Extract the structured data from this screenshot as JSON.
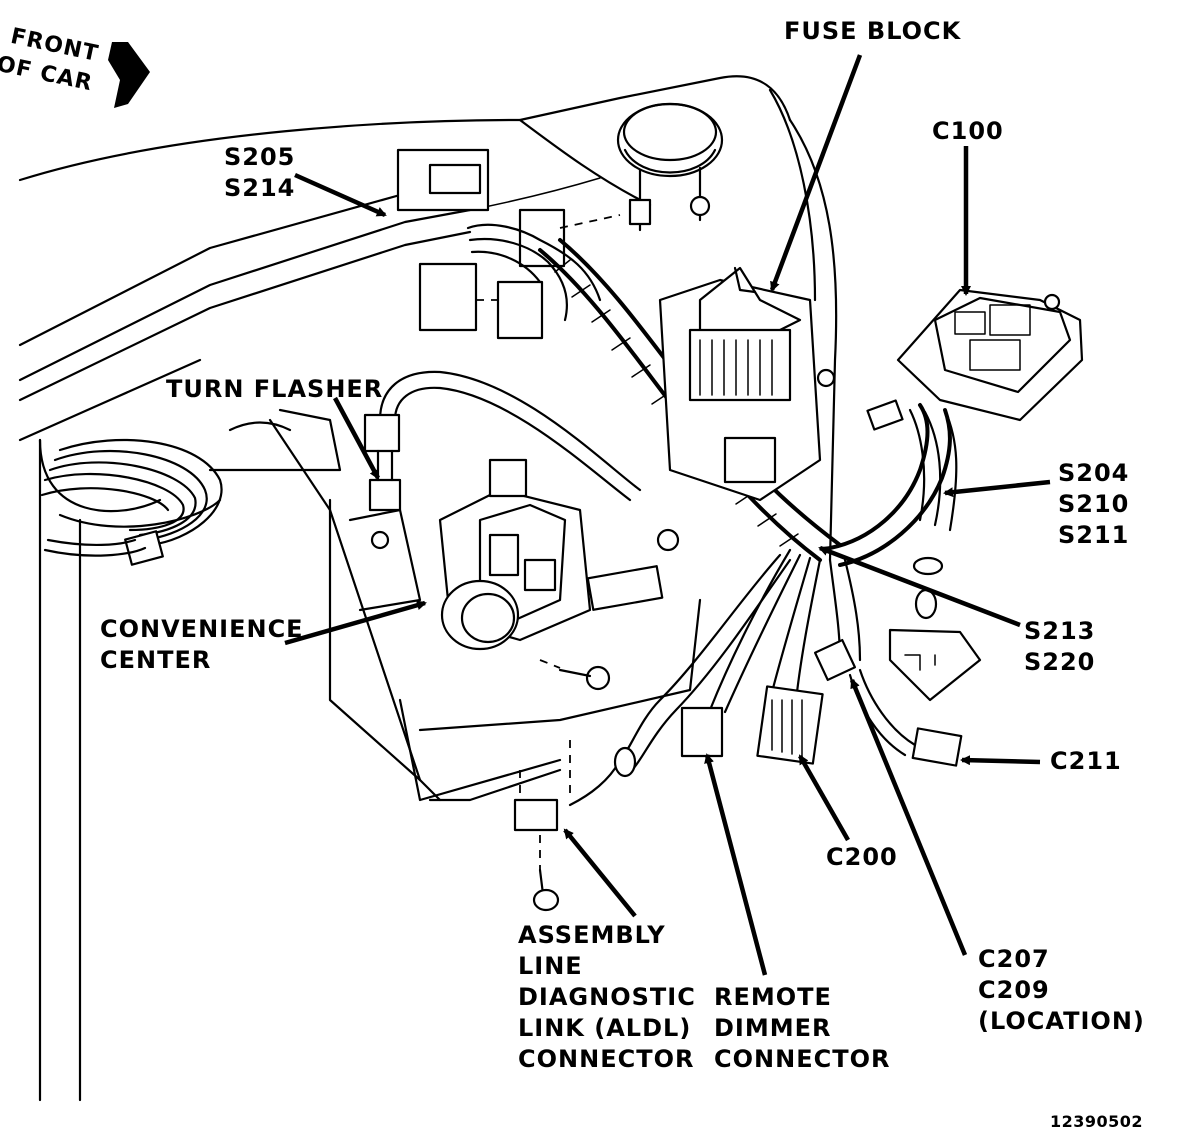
{
  "orientation_label": [
    "FRONT",
    "OF CAR"
  ],
  "labels": {
    "fuse_block": "FUSE BLOCK",
    "c100": "C100",
    "s205_s214": [
      "S205",
      "S214"
    ],
    "turn_flasher": "TURN FLASHER",
    "s204_s210_s211": [
      "S204",
      "S210",
      "S211"
    ],
    "convenience_center": [
      "CONVENIENCE",
      "CENTER"
    ],
    "s213_s220": [
      "S213",
      "S220"
    ],
    "c211": "C211",
    "c200": "C200",
    "aldl_connector": [
      "ASSEMBLY",
      "LINE",
      "DIAGNOSTIC",
      "LINK (ALDL)",
      "CONNECTOR"
    ],
    "remote_dimmer": [
      "REMOTE",
      "DIMMER",
      "CONNECTOR"
    ],
    "c207_c209": [
      "C207",
      "C209",
      "(LOCATION)"
    ]
  },
  "figure_number": "12390502"
}
